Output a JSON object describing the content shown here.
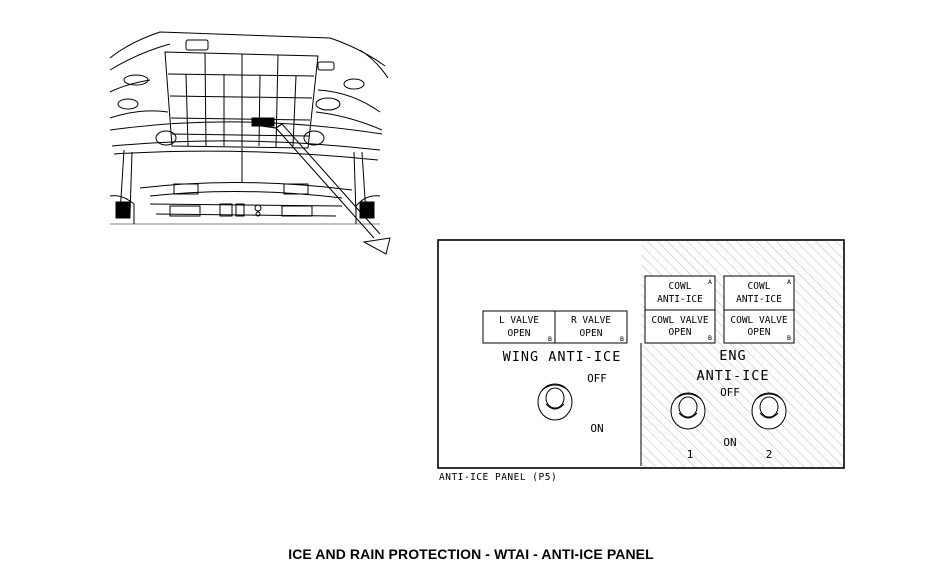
{
  "title": "ICE AND RAIN PROTECTION - WTAI - ANTI-ICE PANEL",
  "panel_caption": "ANTI-ICE PANEL (P5)",
  "wing": {
    "l_valve": [
      "L VALVE",
      "OPEN"
    ],
    "r_valve": [
      "R VALVE",
      "OPEN"
    ],
    "corner_mark": "B",
    "heading": "WING ANTI-ICE",
    "off_label": "OFF",
    "on_label": "ON"
  },
  "eng": {
    "cowl_anti_ice": [
      "COWL",
      "ANTI-ICE"
    ],
    "cowl_valve_open": [
      "COWL VALVE",
      "OPEN"
    ],
    "mark_a": "A",
    "mark_b": "B",
    "heading_1": "ENG",
    "heading_2": "ANTI-ICE",
    "off_label": "OFF",
    "on_label": "ON",
    "switch_1": "1",
    "switch_2": "2"
  }
}
